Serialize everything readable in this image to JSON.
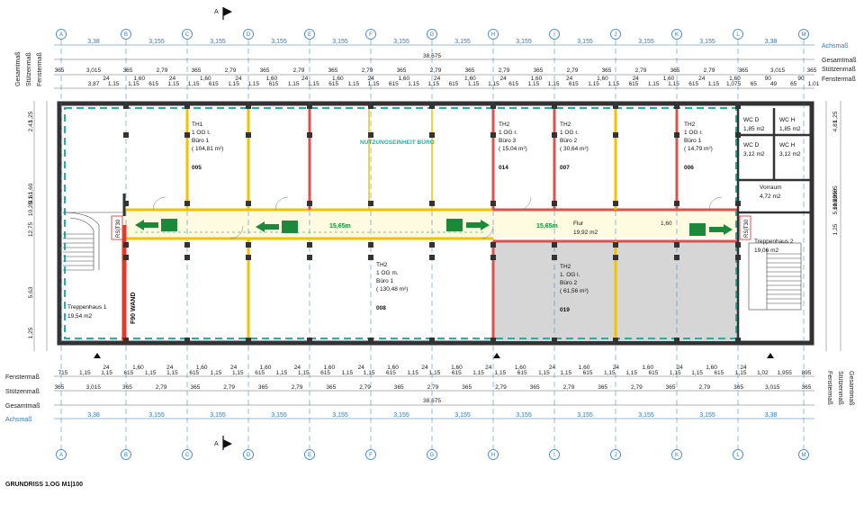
{
  "drawing": {
    "title": "GRUNDRISS 1.OG M1|100",
    "section_marker": "A",
    "usage_label": "NUTZUNGSEINHEIT BÜRO"
  },
  "axes": [
    "A",
    "B",
    "C",
    "D",
    "E",
    "F",
    "G",
    "H",
    "I",
    "J",
    "K",
    "L",
    "M"
  ],
  "row_labels": {
    "achsmass": "Achsmaß",
    "gesamtmass": "Gesamtmaß",
    "stuetzenmass": "Stützenmaß",
    "fenstermass": "Fenstermaß"
  },
  "dims_top": {
    "achs": [
      "3,38",
      "3,155",
      "3,155",
      "3,155",
      "3,155",
      "3,155",
      "3,155",
      "3,155",
      "3,155",
      "3,155",
      "3,155",
      "3,38"
    ],
    "total": "38,675",
    "stuetzen": [
      "365",
      "3,015",
      "365",
      "2,79",
      "365",
      "2,79",
      "365",
      "2,79",
      "365",
      "2,79",
      "365",
      "2,79",
      "365",
      "2,79",
      "365",
      "2,79",
      "365",
      "2,79",
      "365",
      "2,79",
      "365",
      "3,015",
      "365"
    ],
    "fenster_a": [
      "3,87",
      "1,15",
      "1,15",
      "615",
      "1,15",
      "1,15",
      "615",
      "1,15",
      "1,15",
      "615",
      "1,15",
      "1,15",
      "615",
      "1,15",
      "1,15",
      "615",
      "1,15",
      "1,15",
      "615",
      "1,15",
      "1,15",
      "615",
      "1,15",
      "1,15",
      "615",
      "1,15",
      "1,15",
      "615",
      "1,15",
      "1,15",
      "615",
      "1,15",
      "1,075",
      "65",
      "49",
      "65",
      "1,01"
    ],
    "fenster_b": [
      "24",
      "1,60",
      "24",
      "1,60",
      "24",
      "1,60",
      "24",
      "1,60",
      "24",
      "1,60",
      "24",
      "1,60",
      "24",
      "1,60",
      "24",
      "1,60",
      "24",
      "1,60",
      "24",
      "1,60",
      "90",
      "90"
    ]
  },
  "dims_bottom": {
    "fenster_a": [
      "715",
      "1,15",
      "1,15",
      "615",
      "1,15",
      "1,15",
      "615",
      "1,15",
      "1,15",
      "615",
      "1,15",
      "1,15",
      "615",
      "1,15",
      "1,15",
      "615",
      "1,15",
      "1,15",
      "615",
      "1,15",
      "1,15",
      "615",
      "1,15",
      "1,15",
      "615",
      "1,15",
      "1,15",
      "615",
      "1,15",
      "1,15",
      "615",
      "1,15",
      "1,02",
      "1,955",
      "895"
    ],
    "fenster_b": [
      "24",
      "1,60",
      "24",
      "1,60",
      "24",
      "1,60",
      "24",
      "1,60",
      "24",
      "1,60",
      "24",
      "1,60",
      "24",
      "1,60",
      "24",
      "1,60",
      "24",
      "1,60",
      "24",
      "1,60",
      "24"
    ],
    "stuetzen": [
      "365",
      "3,015",
      "365",
      "2,79",
      "365",
      "2,79",
      "365",
      "2,79",
      "365",
      "2,79",
      "365",
      "2,79",
      "365",
      "2,79",
      "365",
      "2,79",
      "365",
      "2,79",
      "365",
      "2,79",
      "365",
      "3,015",
      "365"
    ],
    "total": "38,675",
    "achs": [
      "3,38",
      "3,155",
      "3,155",
      "3,155",
      "3,155",
      "3,155",
      "3,155",
      "3,155",
      "3,155",
      "3,155",
      "3,155",
      "3,38"
    ]
  },
  "dims_left": [
    "1,25",
    "2,43",
    "1,60",
    "1,1",
    "1,6",
    "0",
    "10,25",
    "12,75",
    "5,63",
    "1,25"
  ],
  "dims_right": [
    "1,25",
    "4,81",
    "65",
    "6090",
    "10,25",
    "12,75",
    "5,90",
    "1,25"
  ],
  "rooms": [
    {
      "lines": [
        "TH1",
        "1 OG l.",
        "Büro 1",
        "( 104,81 m²)"
      ],
      "num": "005"
    },
    {
      "lines": [
        "TH2",
        "1 OG r.",
        "Büro 3",
        "( 15,04 m²)"
      ],
      "num": "014"
    },
    {
      "lines": [
        "TH2",
        "1 OG r.",
        "Büro 2",
        "( 30,64 m²)"
      ],
      "num": "007"
    },
    {
      "lines": [
        "TH2",
        "1 OG r.",
        "Büro 1",
        "( 14,79 m²)"
      ],
      "num": "006"
    },
    {
      "lines": [
        "TH2",
        "1 OG m.",
        "Büro 1",
        "( 130,48 m²)"
      ],
      "num": "008"
    },
    {
      "lines": [
        "TH2",
        "1. OG l.",
        "Büro 2",
        "( 61,56 m²)"
      ],
      "num": "019"
    }
  ],
  "wc": [
    {
      "name": "WC D",
      "area": "1,85 m2"
    },
    {
      "name": "WC H",
      "area": "1,85 m2"
    },
    {
      "name": "WC D",
      "area": "3,12 m2"
    },
    {
      "name": "WC H",
      "area": "3,12 m2"
    }
  ],
  "vorraum": {
    "name": "Vorraum",
    "area": "4,72 m2"
  },
  "flur": {
    "name": "Flur",
    "area": "19,92 m2"
  },
  "treppenhaus1": {
    "name": "Treppenhaus 1",
    "area": "19,54 m2"
  },
  "treppenhaus2": {
    "name": "Treppenhaus 2",
    "area": "19,06 m2"
  },
  "escape_distance_1": "15,65m",
  "escape_distance_2": "15,65m",
  "corridor_dim": "1,60",
  "wall_label": "F90 WAND",
  "door_label_1": "RS|T30",
  "door_label_2": "RS|T30",
  "colors": {
    "wall": "#333333",
    "fire_wall": "#e03a2a",
    "partition_red": "#d9534f",
    "partition_yellow": "#f2c200",
    "teal_outline": "#1ab3a6",
    "axis_blue": "#2a78c8",
    "exit_green": "#1a8a3a",
    "grey_room": "#d6d6d6"
  }
}
